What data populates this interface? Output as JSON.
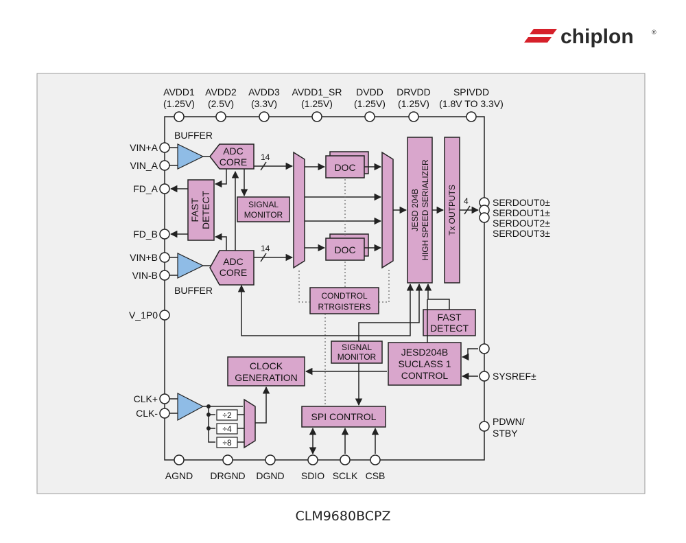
{
  "brand": {
    "name": "chiplon",
    "registered": "®",
    "logo_colors": [
      "#d6202a",
      "#2a2a2a"
    ]
  },
  "caption": "CLM9680BCPZ",
  "colors": {
    "block_fill": "#d9a6cc",
    "buffer_fill": "#8fbce6",
    "panel_fill": "#f0f0f0"
  },
  "supplies": [
    {
      "name": "AVDD1",
      "volt": "(1.25V)"
    },
    {
      "name": "AVDD2",
      "volt": "(2.5V)"
    },
    {
      "name": "AVDD3",
      "volt": "(3.3V)"
    },
    {
      "name": "AVDD1_SR",
      "volt": "(1.25V)"
    },
    {
      "name": "DVDD",
      "volt": "(1.25V)"
    },
    {
      "name": "DRVDD",
      "volt": "(1.25V)"
    },
    {
      "name": "SPIVDD",
      "volt": "(1.8V TO 3.3V)"
    }
  ],
  "left_pins": {
    "vin_pa": "VIN+A",
    "vin_na": "VIN_A",
    "fd_a": "FD_A",
    "fd_b": "FD_B",
    "vin_pb": "VIN+B",
    "vin_nb": "VIN-B",
    "v1p0": "V_1P0",
    "clk_p": "CLK+",
    "clk_n": "CLK-"
  },
  "bottom_pins": [
    "AGND",
    "DRGND",
    "DGND",
    "SDIO",
    "SCLK",
    "CSB"
  ],
  "right_pins": {
    "serdout": [
      "SERDOUT0±",
      "SERDOUT1±",
      "SERDOUT2±",
      "SERDOUT3±"
    ],
    "sysref": "SYSREF±",
    "pdwn_1": "PDWN/",
    "pdwn_2": "STBY"
  },
  "blocks": {
    "buffer_top": "BUFFER",
    "buffer_bottom": "BUFFER",
    "adc": [
      "ADC",
      "CORE"
    ],
    "bus_width": "14",
    "fast_detect_v": [
      "FAST",
      "DETECT"
    ],
    "signal_monitor": [
      "SIGNAL",
      "MONITOR"
    ],
    "doc": "DOC",
    "serializer": [
      "JESD 204B",
      "HIGH SPEED SERIALIZER"
    ],
    "tx_outputs": "Tx OUTPUTS",
    "lanes": "4",
    "control_registers": [
      "CONDTROL",
      "RTRGISTERS"
    ],
    "fast_detect_h": [
      "FAST",
      "DETECT"
    ],
    "signal_monitor_2": [
      "SIGNAL",
      "MONITOR"
    ],
    "jesd_control": [
      "JESD204B",
      "SUCLASS 1",
      "CONTROL"
    ],
    "clock_generation": [
      "CLOCK",
      "GENERATION"
    ],
    "spi_control": "SPI CONTROL",
    "dividers": [
      "÷2",
      "÷4",
      "÷8"
    ]
  }
}
